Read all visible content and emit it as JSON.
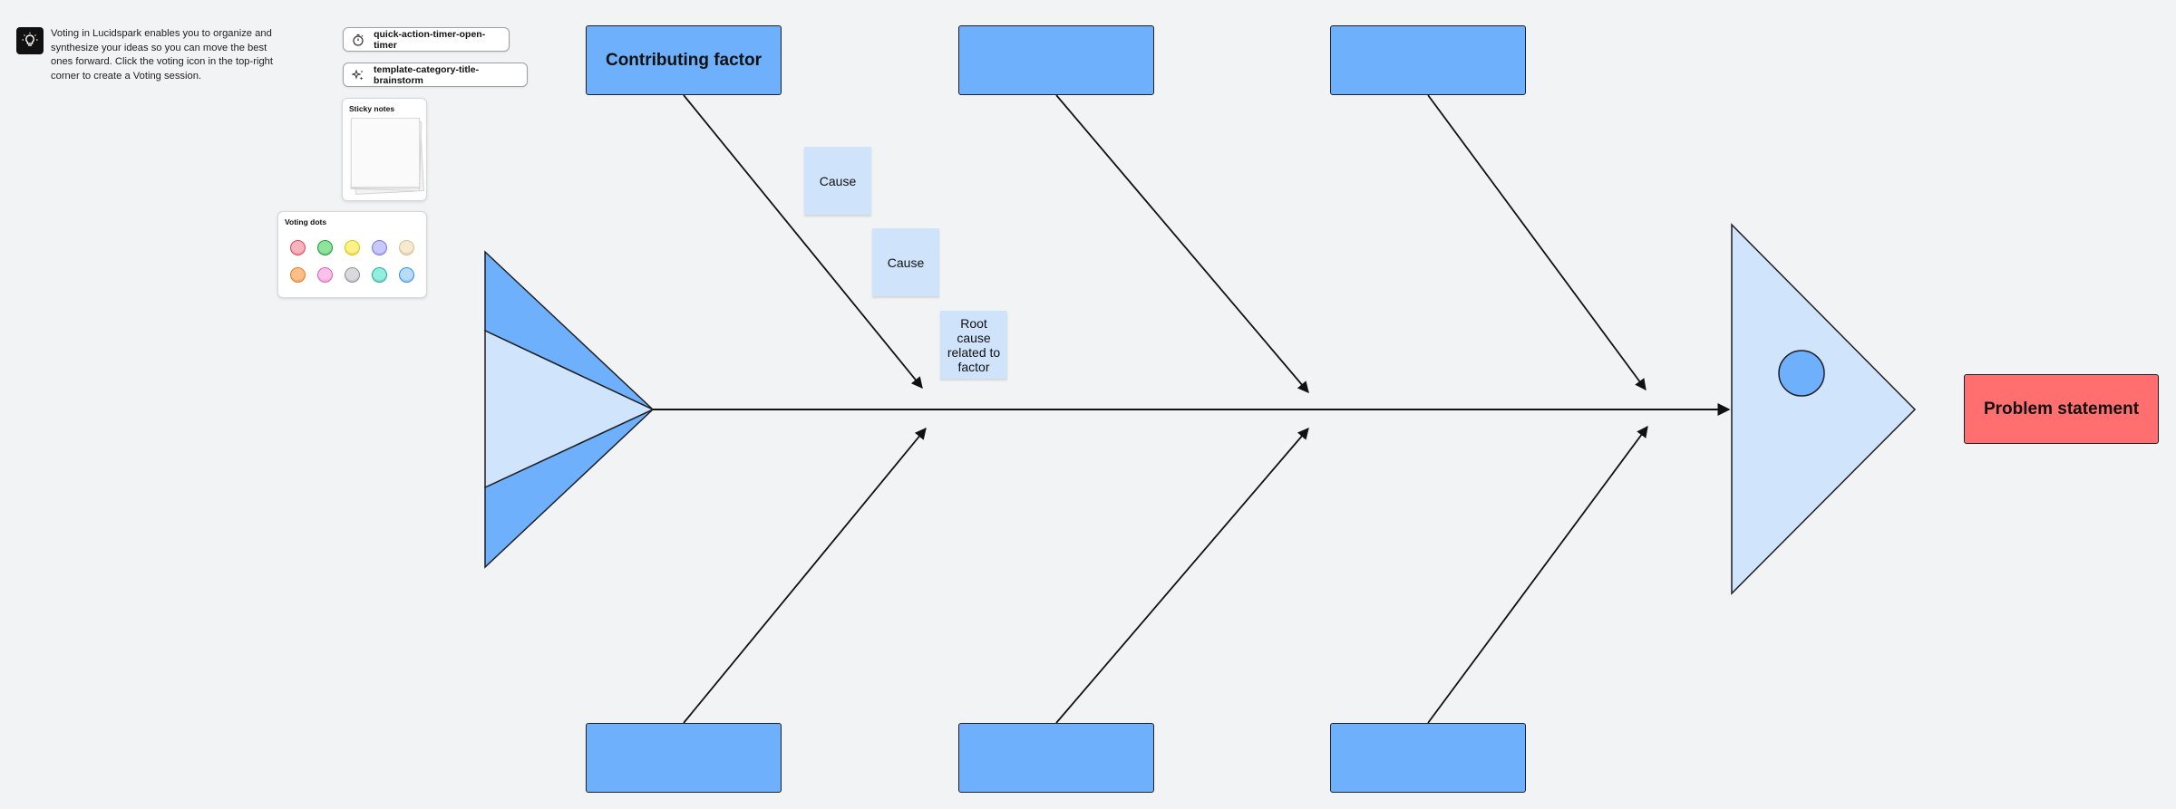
{
  "tip": {
    "text": "Voting in Lucidspark enables you to organize and synthesize your ideas so you can move the best ones forward. Click the voting icon in the top-right corner to create a Voting session.",
    "icon": "lightbulb-icon"
  },
  "chips": [
    {
      "label": "quick-action-timer-open-timer",
      "icon": "timer-icon"
    },
    {
      "label": "template-category-title-brainstorm",
      "icon": "sparkle-icon"
    }
  ],
  "sticky_panel": {
    "title": "Sticky notes"
  },
  "voting_panel": {
    "title": "Voting dots",
    "dots": [
      {
        "fill": "#f8b4bd",
        "stroke": "#e0455a"
      },
      {
        "fill": "#8fe39b",
        "stroke": "#1f9e3a"
      },
      {
        "fill": "#fdf28a",
        "stroke": "#e3c600"
      },
      {
        "fill": "#c9c8ff",
        "stroke": "#7c79e6"
      },
      {
        "fill": "#f6ead0",
        "stroke": "#d8c290"
      },
      {
        "fill": "#ffbf8a",
        "stroke": "#ef7b1a"
      },
      {
        "fill": "#ffc0ea",
        "stroke": "#e060b8"
      },
      {
        "fill": "#d9dadd",
        "stroke": "#8d9096"
      },
      {
        "fill": "#94eedd",
        "stroke": "#1fb19a"
      },
      {
        "fill": "#b8dcfd",
        "stroke": "#3a8fe6"
      }
    ]
  },
  "diagram": {
    "top_factors": [
      "Contributing factor",
      "",
      ""
    ],
    "bottom_factors": [
      "",
      "",
      ""
    ],
    "causes": [
      "Cause",
      "Cause",
      "Root cause related to factor"
    ],
    "problem": "Problem statement",
    "colors": {
      "factor": "#6eb0fc",
      "sticky": "#cfe3fb",
      "problem": "#ff6f6f",
      "head": "#d0e4fb"
    }
  }
}
